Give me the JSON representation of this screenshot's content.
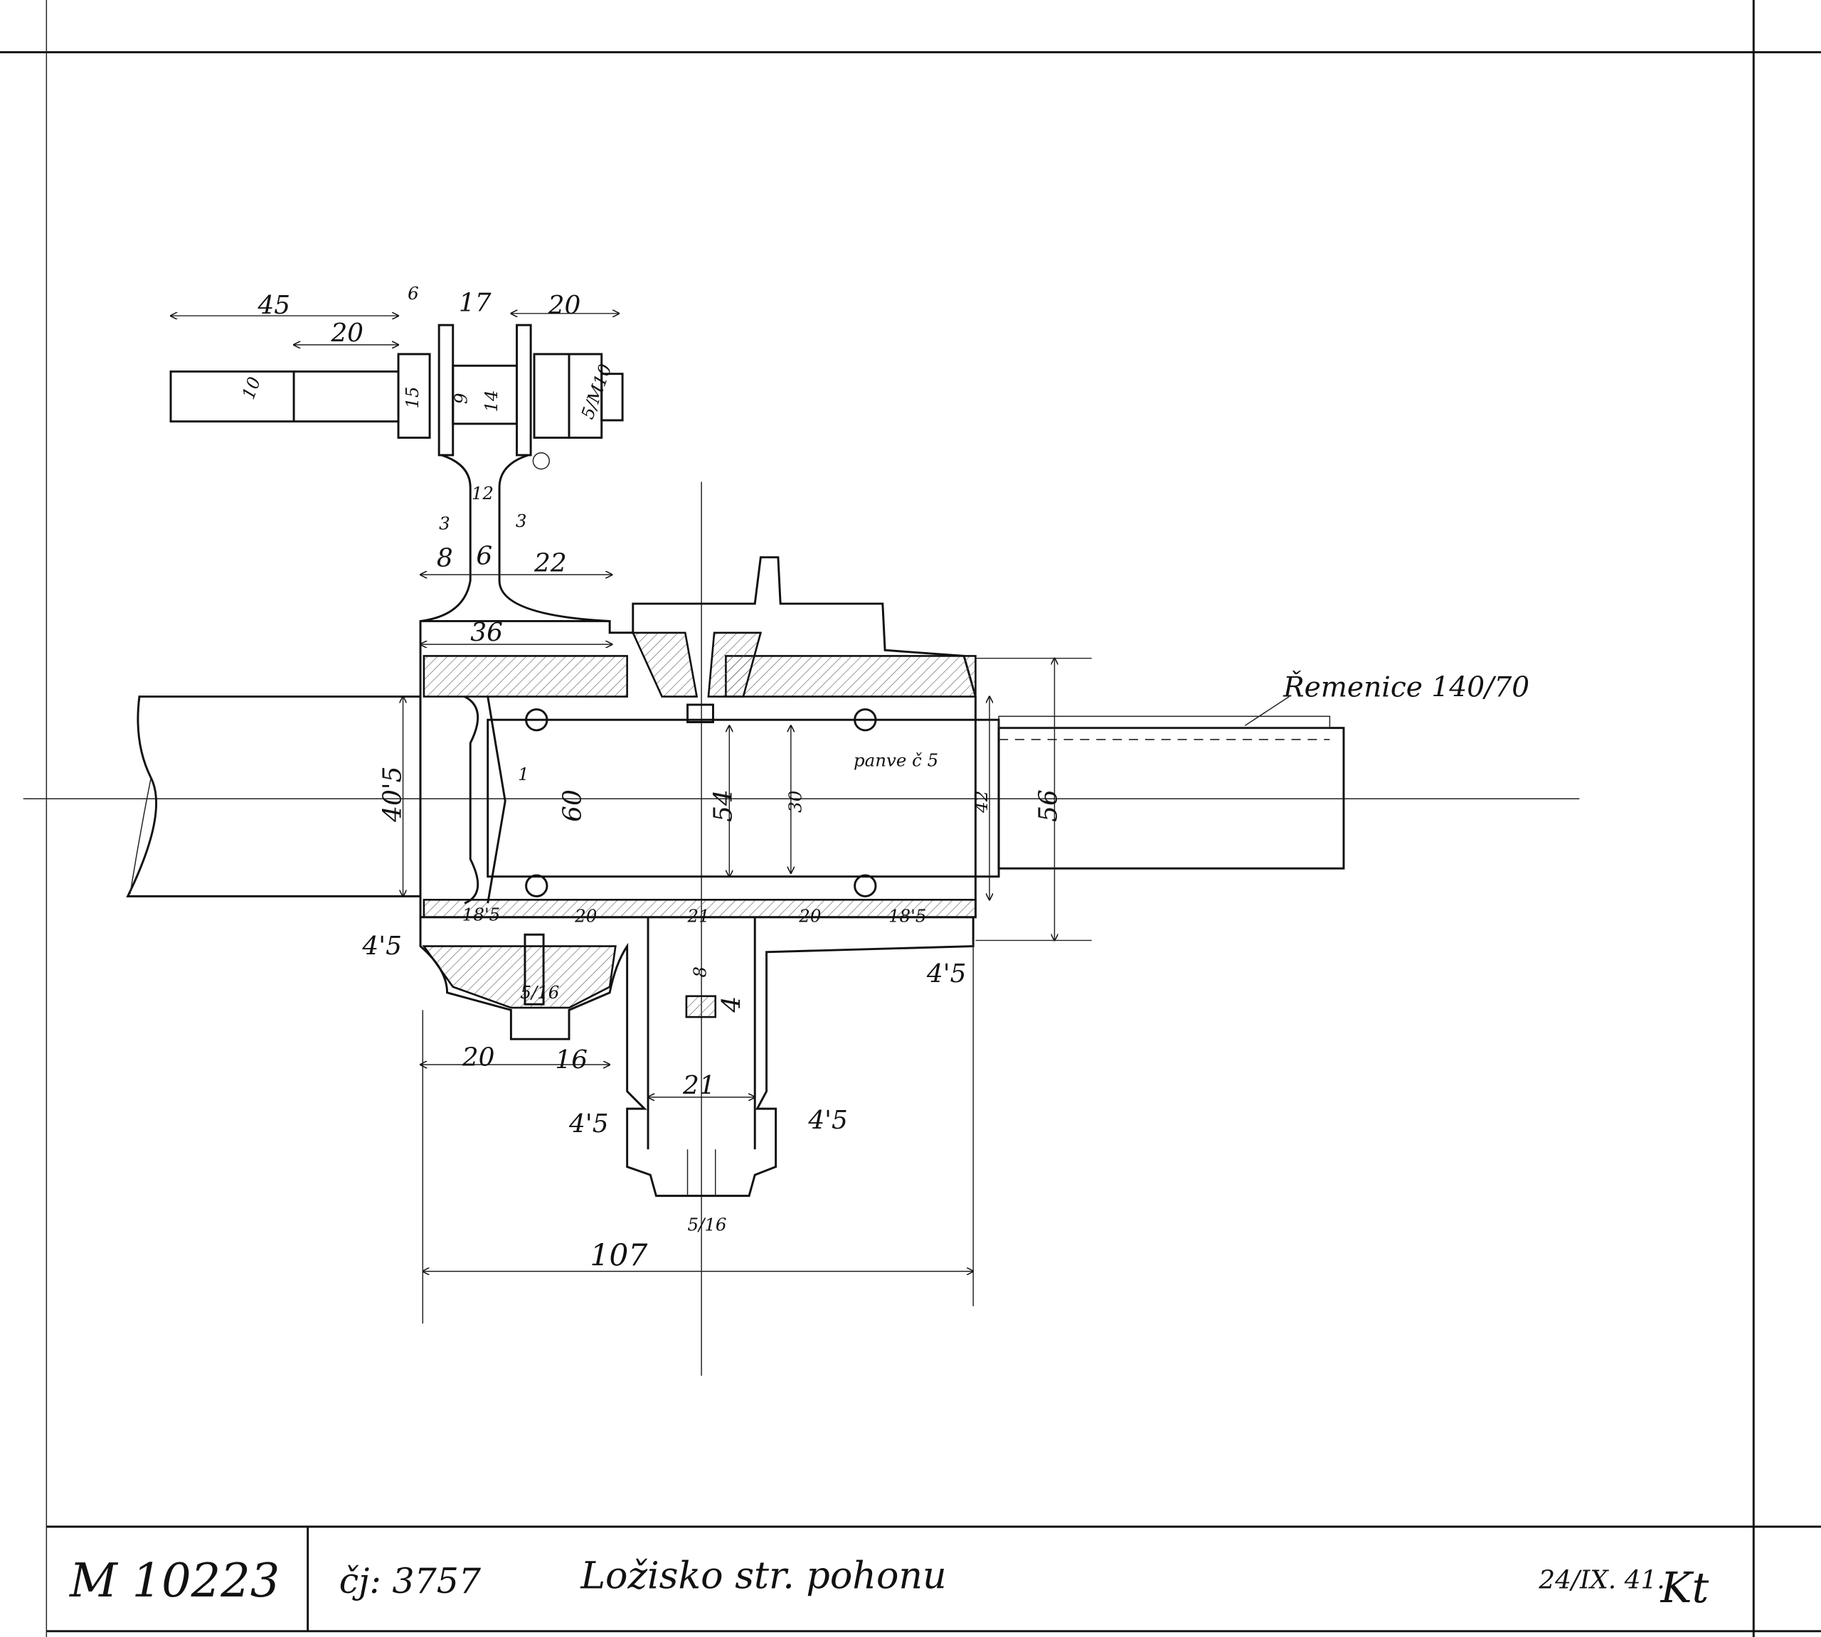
{
  "title_block": {
    "drawing_number": "M 10223",
    "reference": "čj: 3757",
    "title": "Ložisko str. pohonu",
    "date": "24/IX. 41.",
    "signature": "Kt"
  },
  "annotations": {
    "pulley": "Řemenice 140/70",
    "bushing": "panve č 5"
  },
  "dimensions": {
    "top_45": "45",
    "top_6": "6",
    "top_17": "17",
    "top_20": "20",
    "rod_20": "20",
    "rod_10": "10",
    "d_15": "15",
    "d_9": "9",
    "d_14": "14",
    "nut_5m10": "5/M10",
    "gap_3a": "3",
    "gap_12": "12",
    "gap_3b": "3",
    "w_8": "8",
    "w_6": "6",
    "w_22": "22",
    "w_36": "36",
    "d_40_5": "40'5",
    "d_60": "60",
    "d_54": "54",
    "d_30": "30",
    "d_42": "42",
    "d_56": "56",
    "gap_1": "1",
    "b_18_5a": "18'5",
    "b_20a": "20",
    "b_21": "21",
    "b_20b": "20",
    "b_18_5b": "18'5",
    "t_4_5a": "4'5",
    "t_4_5b": "4'5",
    "k_8": "8",
    "k_4": "4",
    "s_5_16a": "5/16",
    "f_20": "20",
    "f_16": "16",
    "h_21": "21",
    "h_4_5a": "4'5",
    "h_4_5b": "4'5",
    "s_5_16b": "5/16",
    "total_107": "107"
  }
}
